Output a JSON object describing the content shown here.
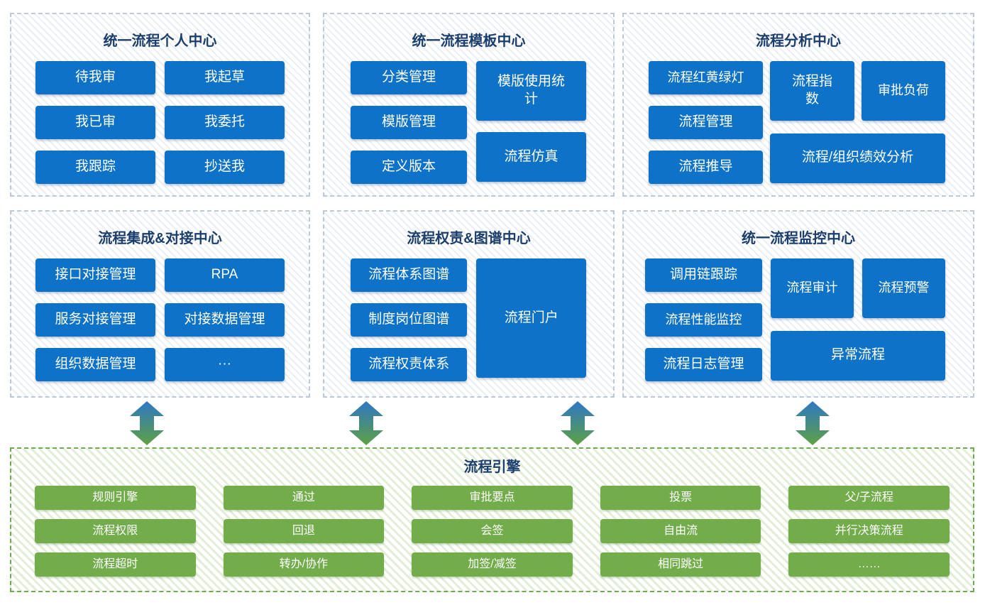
{
  "colors": {
    "primary_blue": "#0e72c8",
    "title_navy": "#1b3e6d",
    "panel_border_blue": "#bdc9d9",
    "engine_green": "#72ac4b",
    "engine_border_green": "#6fa952",
    "arrow_gradient_top": "#2e77c4",
    "arrow_gradient_bottom": "#5ea144"
  },
  "top_row": {
    "personal_center": {
      "title": "统一流程个人中心",
      "buttons": [
        "待我审",
        "我起草",
        "我已审",
        "我委托",
        "我跟踪",
        "抄送我"
      ]
    },
    "template_center": {
      "title": "统一流程模板中心",
      "left_buttons": [
        "分类管理",
        "模版管理",
        "定义版本"
      ],
      "right_buttons": [
        "模版使用统计",
        "流程仿真"
      ]
    },
    "analysis_center": {
      "title": "流程分析中心",
      "left_buttons": [
        "流程红黄绿灯",
        "流程管理",
        "流程推导"
      ],
      "tall_buttons": [
        "流程指数",
        "审批负荷"
      ],
      "wide_button": "流程/组织绩效分析"
    }
  },
  "middle_row": {
    "integration_center": {
      "title": "流程集成&对接中心",
      "buttons": [
        "接口对接管理",
        "RPA",
        "服务对接管理",
        "对接数据管理",
        "组织数据管理",
        "···"
      ]
    },
    "responsibility_center": {
      "title": "流程权责&图谱中心",
      "left_buttons": [
        "流程体系图谱",
        "制度岗位图谱",
        "流程权责体系"
      ],
      "portal_button": "流程门户"
    },
    "monitor_center": {
      "title": "统一流程监控中心",
      "left_buttons": [
        "调用链跟踪",
        "流程性能监控",
        "流程日志管理"
      ],
      "tall_buttons": [
        "流程审计",
        "流程预警"
      ],
      "wide_button": "异常流程"
    }
  },
  "engine": {
    "title": "流程引擎",
    "buttons": [
      "规则引擎",
      "通过",
      "审批要点",
      "投票",
      "父/子流程",
      "流程权限",
      "回退",
      "会签",
      "自由流",
      "并行决策流程",
      "流程超时",
      "转办/协作",
      "加签/减签",
      "相同跳过",
      "……"
    ]
  }
}
